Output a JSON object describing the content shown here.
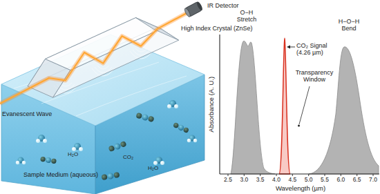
{
  "diagram": {
    "labels": [
      "IR Detector",
      "High Index Crystal (ZnSe)",
      "Evanescent Wave",
      "H₂O",
      "CO₂",
      "H₂O",
      "Sample Medium (aqueous)",
      "O−H Stretch",
      "CO₂ Signal (4.26 µm)",
      "Transparency Window",
      "H−O−H Bend",
      "Absorbance (A. U.)",
      "Wavelength (µm)",
      "2.5",
      "3.0",
      "3.5",
      "4.0",
      "4.5",
      "5.0",
      "5.5",
      "6.0",
      "6.5",
      "7.0"
    ]
  }
}
